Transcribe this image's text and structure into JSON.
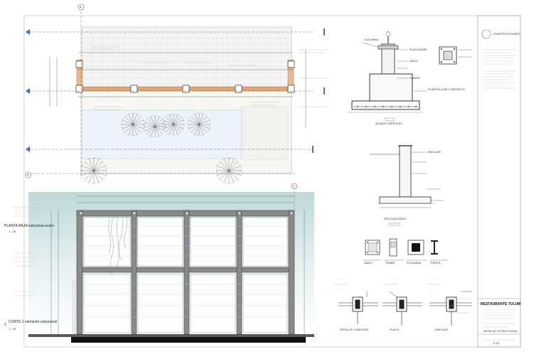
{
  "sheet": {
    "grid_markers": [
      "A",
      "B",
      "C"
    ],
    "left_labels": {
      "plan_label": "PLANTA BAJA estructura acero",
      "plan_scale": "1 : 25",
      "section_index": "2",
      "section_label": "CORTE 1 elemento estructural",
      "section_scale": "1 : 25"
    },
    "details": {
      "zapata_caption": "ALZADO ZAPATA (F)",
      "dado_caption": "SECCION DADO",
      "columna": "COLUMNA",
      "placa_base": "PLACA BASE",
      "dado": "DADO",
      "zapata": "ZAPATA",
      "plantilla": "PLANTILLA DE CONCRETO",
      "anclaje": "ANCLAJE",
      "small_captions": [
        "DADO",
        "TRABE",
        "COLUMNA",
        "PERFIL"
      ],
      "bottom_captions": [
        "DETALLE CONEXION",
        "PLACA",
        "ANCLAJE"
      ]
    },
    "title_block": {
      "logo_text": "CONSTRUCCIONES",
      "project": "RESTAURANTE TULUM",
      "sheet_title": "DETALLE ESTRUCTURAL",
      "sheet_code": "E-01"
    }
  }
}
